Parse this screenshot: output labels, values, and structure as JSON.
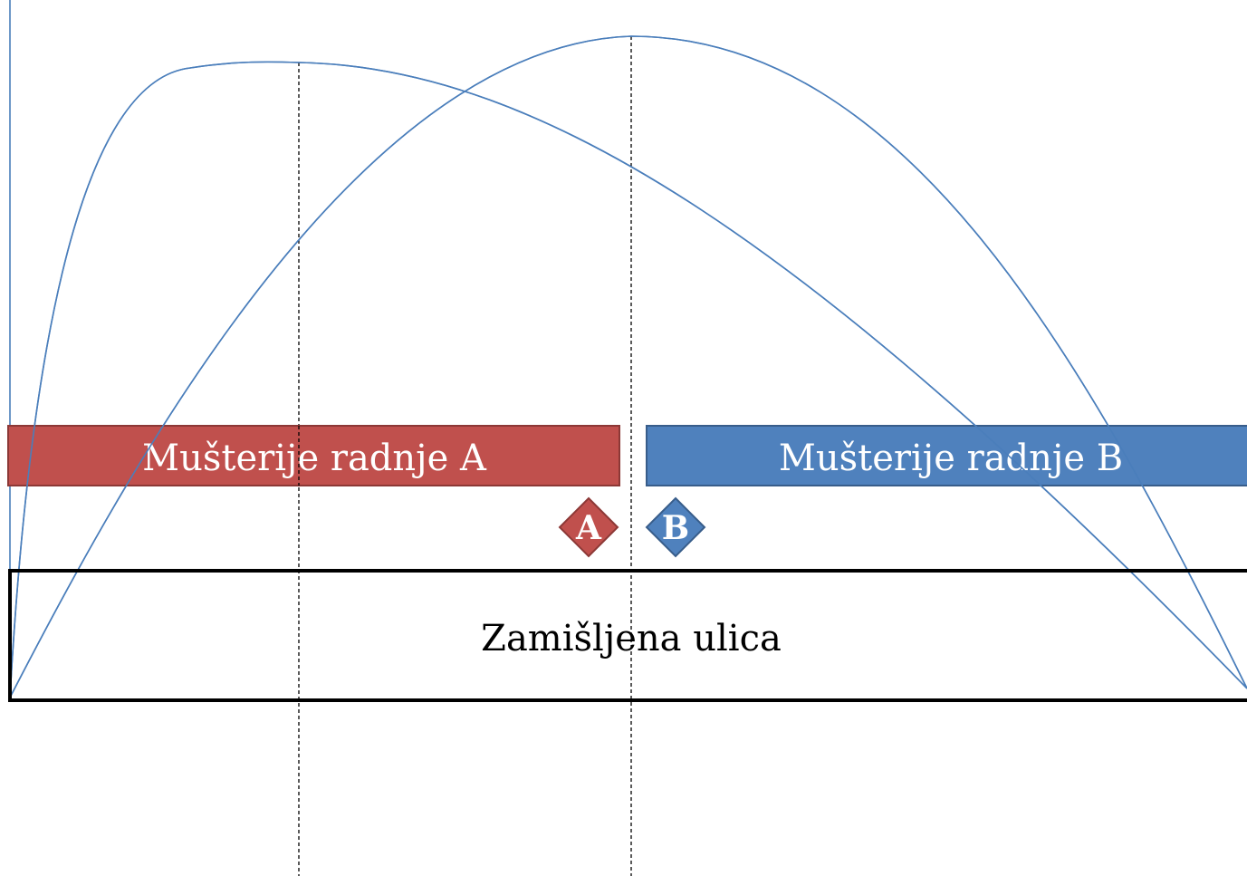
{
  "bars": {
    "a_label": "Mušterije radnje A",
    "a_color": "#c0504d",
    "b_label": "Mušterije radnje B",
    "b_color": "#4f81bd"
  },
  "markers": {
    "a_label": "A",
    "b_label": "B"
  },
  "street": {
    "label": "Zamišljena ulica"
  },
  "colors": {
    "curve": "#4a7ebb",
    "guide": "#000000"
  }
}
